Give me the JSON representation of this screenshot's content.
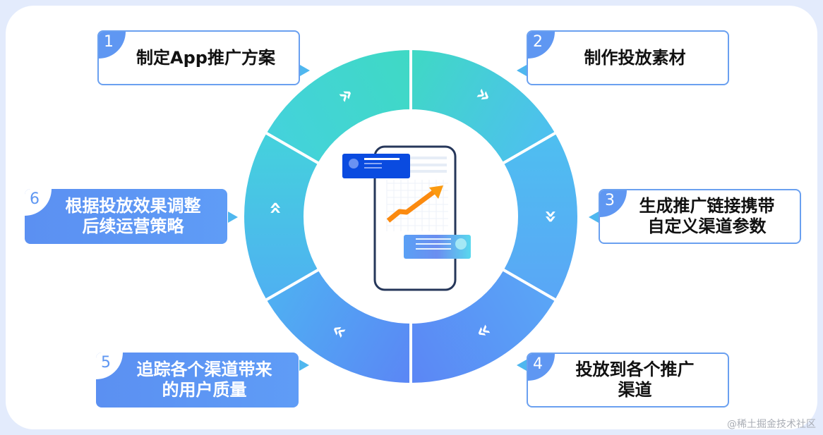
{
  "steps": [
    {
      "num": "1",
      "line1": "制定App推广方案",
      "line2": ""
    },
    {
      "num": "2",
      "line1": "制作投放素材",
      "line2": ""
    },
    {
      "num": "3",
      "line1": "生成推广链接携带",
      "line2": "自定义渠道参数"
    },
    {
      "num": "4",
      "line1": "投放到各个推广",
      "line2": "渠道"
    },
    {
      "num": "5",
      "line1": "追踪各个渠道带来",
      "line2": "的用户质量"
    },
    {
      "num": "6",
      "line1": "根据投放效果调整",
      "line2": "后续运营策略"
    }
  ],
  "colors": {
    "seg": [
      "#44d2dc",
      "#3fd9c4",
      "#4ebff0",
      "#5aa6f6",
      "#5b86f5",
      "#4fb0f2"
    ],
    "border": "#6aa0f0",
    "fill": "#5b90f2"
  },
  "watermark": "@稀土掘金技术社区"
}
